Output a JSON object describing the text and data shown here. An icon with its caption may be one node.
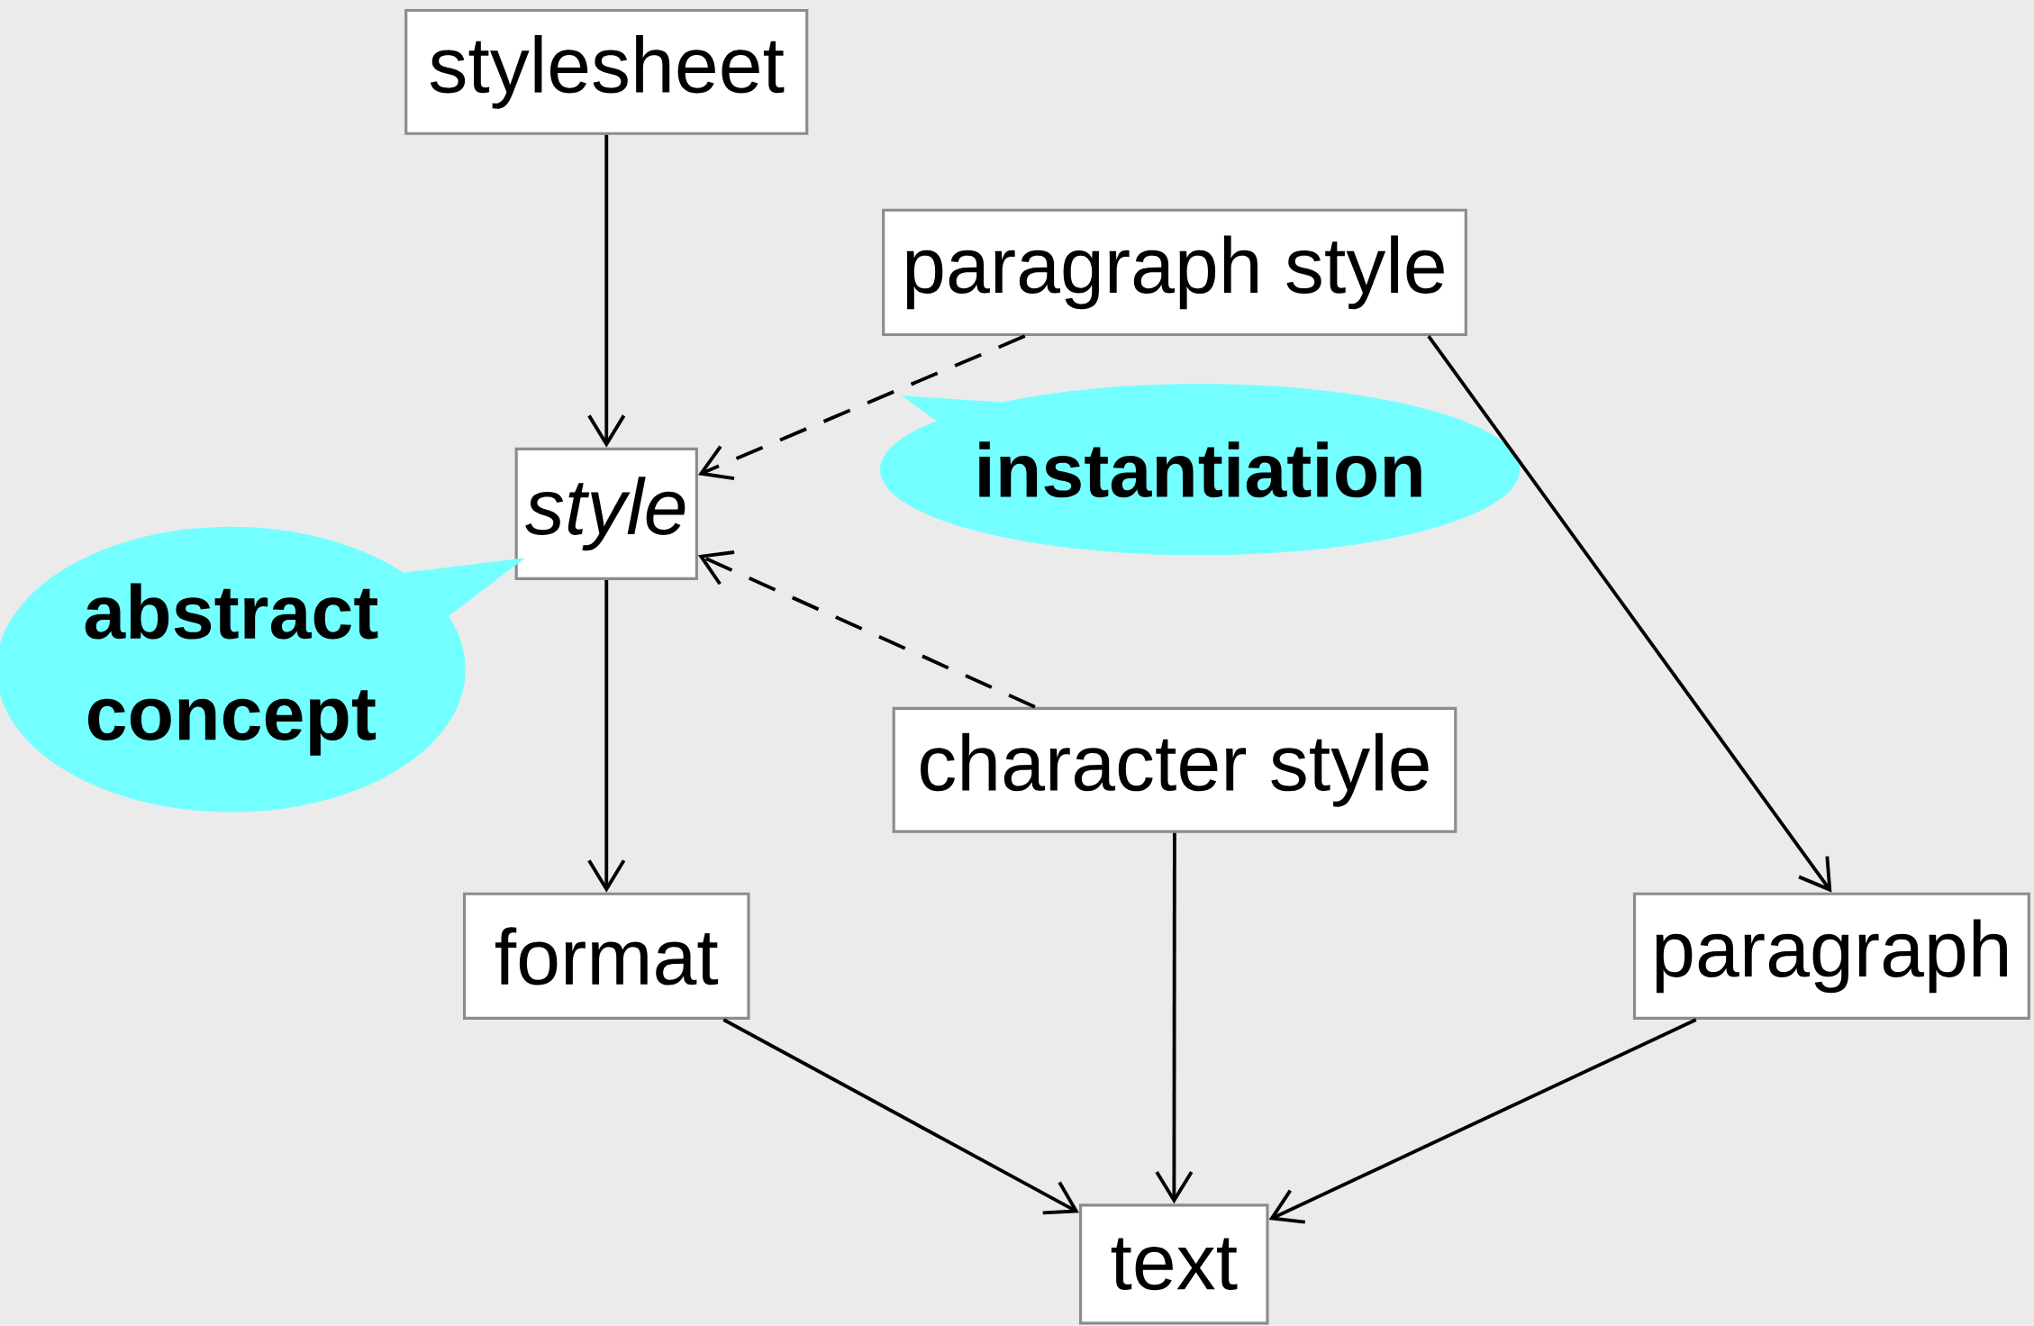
{
  "diagram": {
    "nodes": [
      {
        "text": [
          "stylesheet"
        ]
      },
      {
        "text": [
          "paragraph style"
        ]
      },
      {
        "text": [
          "style"
        ]
      },
      {
        "text": [
          "instantiation"
        ]
      },
      {
        "text": [
          "abstract concept"
        ]
      },
      {
        "text": [
          "character style"
        ]
      },
      {
        "text": [
          "format"
        ]
      },
      {
        "text": [
          "paragraph"
        ]
      },
      {
        "text": [
          "text"
        ]
      }
    ],
    "edges": [
      {
        "from": 0,
        "to": 2,
        "arrow": "to"
      },
      {
        "from": 1,
        "to": 2,
        "arrow": "to",
        "style": "dashed"
      },
      {
        "from": 1,
        "to": 7,
        "arrow": "to"
      },
      {
        "from": 5,
        "to": 2,
        "arrow": "to",
        "style": "dashed"
      },
      {
        "from": 2,
        "to": 6,
        "arrow": "to"
      },
      {
        "from": 6,
        "to": 8,
        "arrow": "to"
      },
      {
        "from": 5,
        "to": 8,
        "arrow": "to"
      },
      {
        "from": 7,
        "to": 8,
        "arrow": "to"
      }
    ]
  }
}
